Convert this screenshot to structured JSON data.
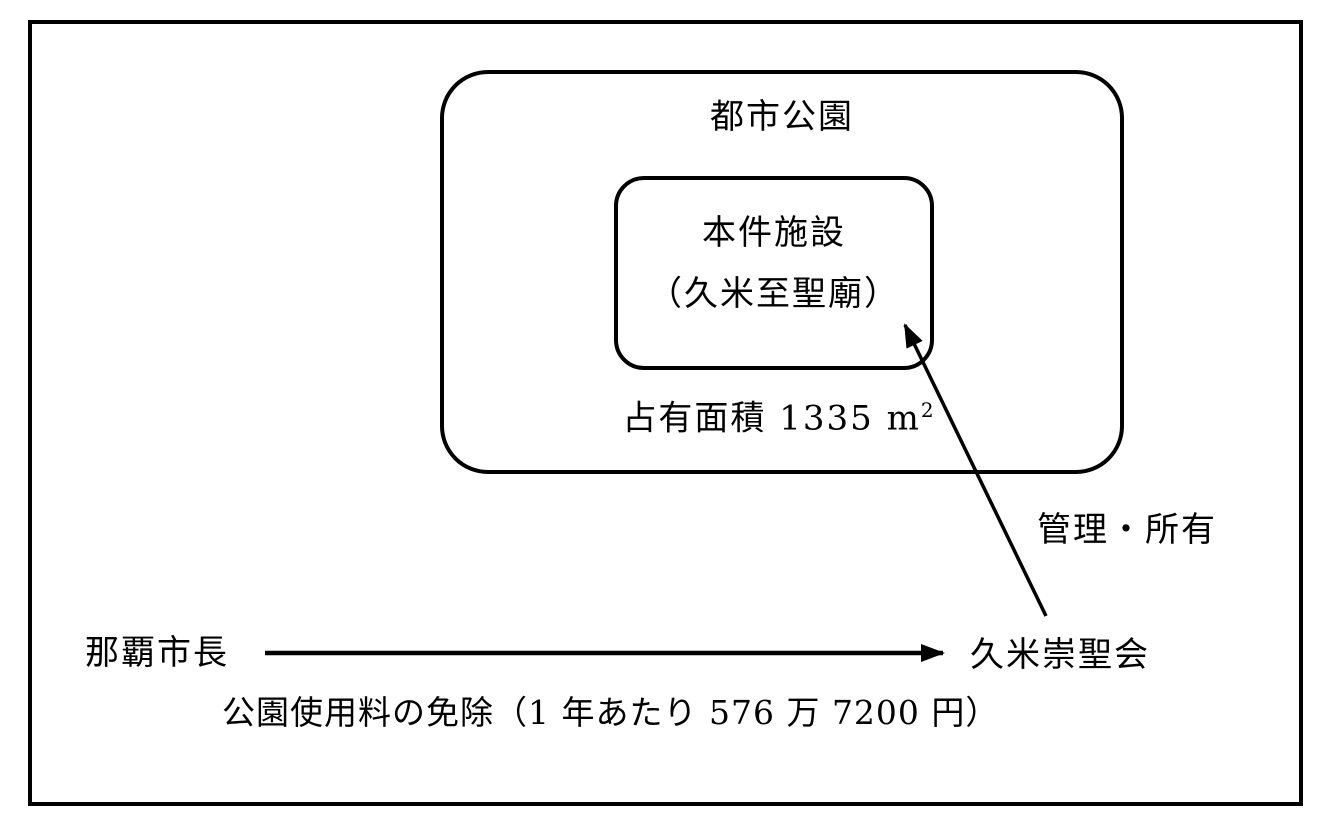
{
  "page": {
    "background_color": "#ffffff",
    "line_color": "#000000"
  },
  "park_box": {
    "label": "都市公園"
  },
  "facility_box": {
    "name": "本件施設",
    "subname": "（久米至聖廟）"
  },
  "area_label": {
    "text": "占有面積 1335 m",
    "exponent": "2"
  },
  "management_relation": {
    "label": "管理・所有"
  },
  "fee_relation": {
    "from": "那覇市長",
    "to": "久米崇聖会",
    "label": "公園使用料の免除（1 年あたり 576 万 7200 円）"
  }
}
